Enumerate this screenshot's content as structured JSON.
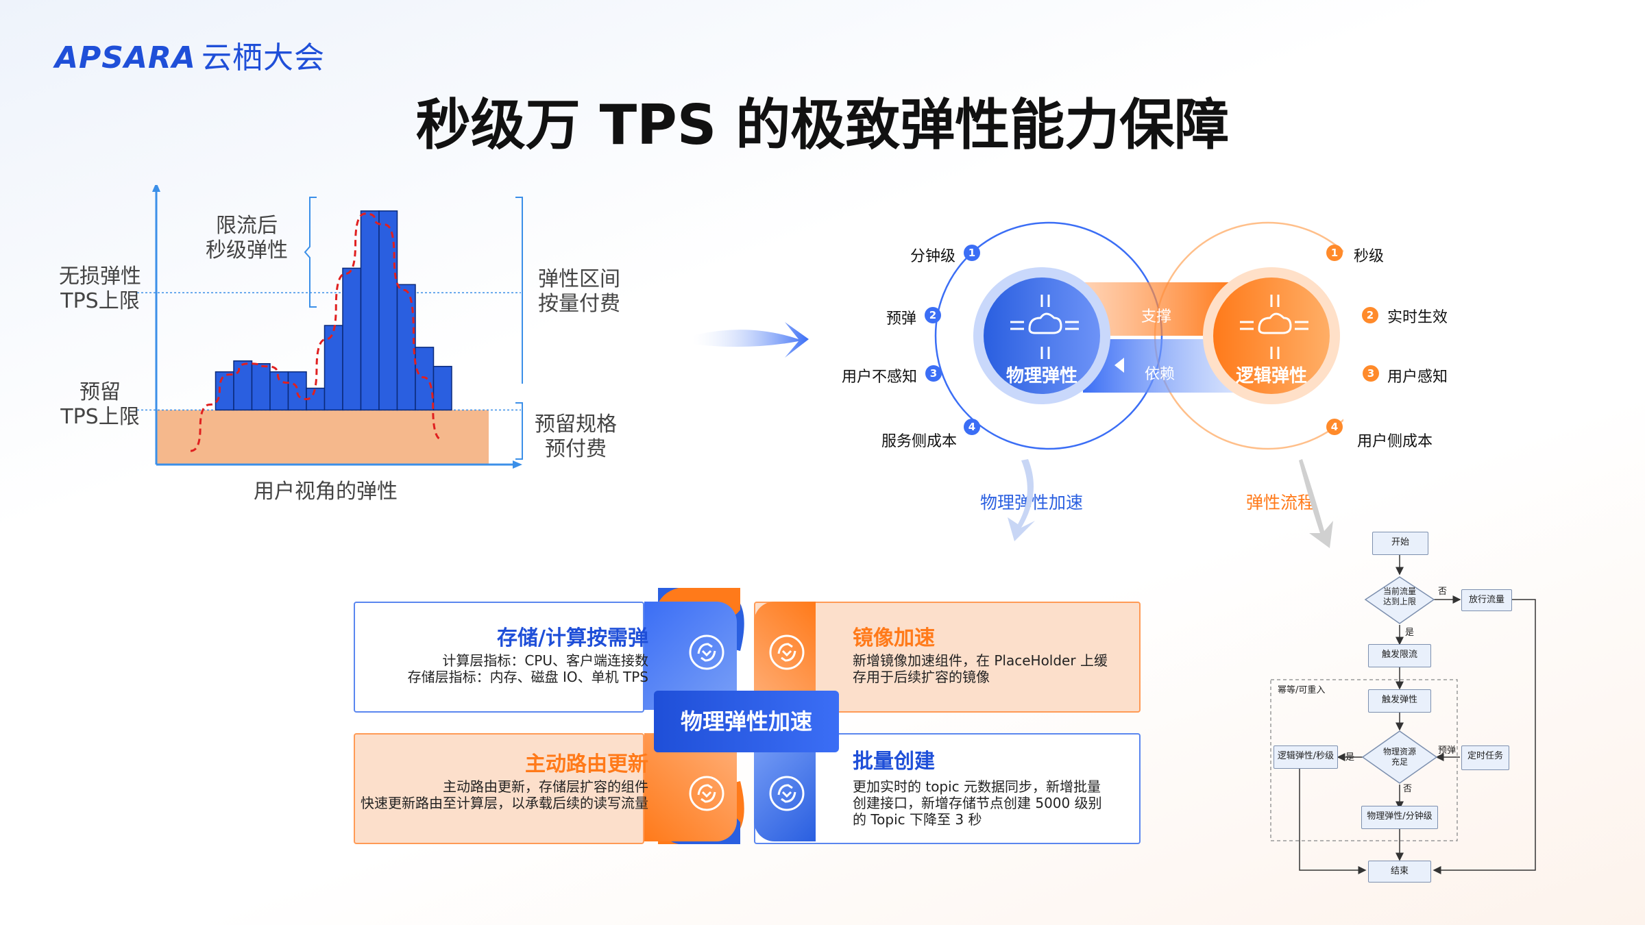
{
  "header": {
    "logo_text": "APSARA",
    "logo_cn": "云栖大会",
    "title": "秒级万 TPS 的极致弹性能力保障"
  },
  "left_chart": {
    "limit_label": "限流后\n秒级弹性",
    "lossless_label": "无损弹性\nTPS上限",
    "reserved_label": "预留\nTPS上限",
    "range_label": "弹性区间\n按量付费",
    "reserved_spec_label": "预留规格\n预付费",
    "caption": "用户视角的弹性"
  },
  "chart_data": {
    "type": "bar",
    "title": "",
    "xlabel": "用户视角的弹性",
    "ylabel": "",
    "values": [
      2.0,
      3.4,
      3.8,
      3.7,
      3.4,
      3.4,
      2.8,
      5.1,
      7.2,
      9.3,
      9.3,
      6.6,
      4.3,
      3.6
    ],
    "reserved_level": 2.0,
    "lossless_level": 6.3,
    "trend_line": [
      0.5,
      2.2,
      3.3,
      3.7,
      3.6,
      3.0,
      2.4,
      4.6,
      7.0,
      9.2,
      8.8,
      6.4,
      3.2,
      0.9
    ],
    "colors": {
      "bar": "#2a5fe0",
      "reserved_area": "#f5b88c",
      "trend": "#e02020"
    }
  },
  "orbit": {
    "physical": {
      "core_label": "物理弹性",
      "items": [
        {
          "num": "1",
          "label": "分钟级"
        },
        {
          "num": "2",
          "label": "预弹"
        },
        {
          "num": "3",
          "label": "用户不感知"
        },
        {
          "num": "4",
          "label": "服务侧成本"
        }
      ],
      "footer": "物理弹性加速"
    },
    "logical": {
      "core_label": "逻辑弹性",
      "items": [
        {
          "num": "1",
          "label": "秒级"
        },
        {
          "num": "2",
          "label": "实时生效"
        },
        {
          "num": "3",
          "label": "用户感知"
        },
        {
          "num": "4",
          "label": "用户侧成本"
        }
      ],
      "footer": "弹性流程"
    },
    "support_label": "支撑",
    "depend_label": "依赖"
  },
  "quad": {
    "center_label": "物理弹性加速",
    "storage": {
      "title": "存储/计算按需弹",
      "line1": "计算层指标：CPU、客户端连接数",
      "line2": "存储层指标：内存、磁盘 IO、单机 TPS"
    },
    "mirror": {
      "title": "镜像加速",
      "line1": "新增镜像加速组件，在 PlaceHolder 上缓",
      "line2": "存用于后续扩容的镜像"
    },
    "routing": {
      "title": "主动路由更新",
      "line1": "主动路由更新，存储层扩容的组件",
      "line2": "快速更新路由至计算层，以承载后续的读写流量"
    },
    "batch": {
      "title": "批量创建",
      "line1": "更加实时的 topic 元数据同步，新增批量",
      "line2": "创建接口，新增存储节点创建 5000 级别",
      "line3": "的 Topic 下降至 3 秒"
    }
  },
  "flowchart": {
    "start": "开始",
    "decision1": "当前流量\n达到上限",
    "no1": "否",
    "release": "放行流量",
    "yes1": "是",
    "throttle": "触发限流",
    "group_label": "幂等/可重入",
    "trigger": "触发弹性",
    "decision2": "物理资源\n充足",
    "pre": "预弹",
    "timer": "定时任务",
    "yes2": "是",
    "logical": "逻辑弹性/秒级",
    "no2": "否",
    "physical": "物理弹性/分钟级",
    "end": "结束"
  }
}
